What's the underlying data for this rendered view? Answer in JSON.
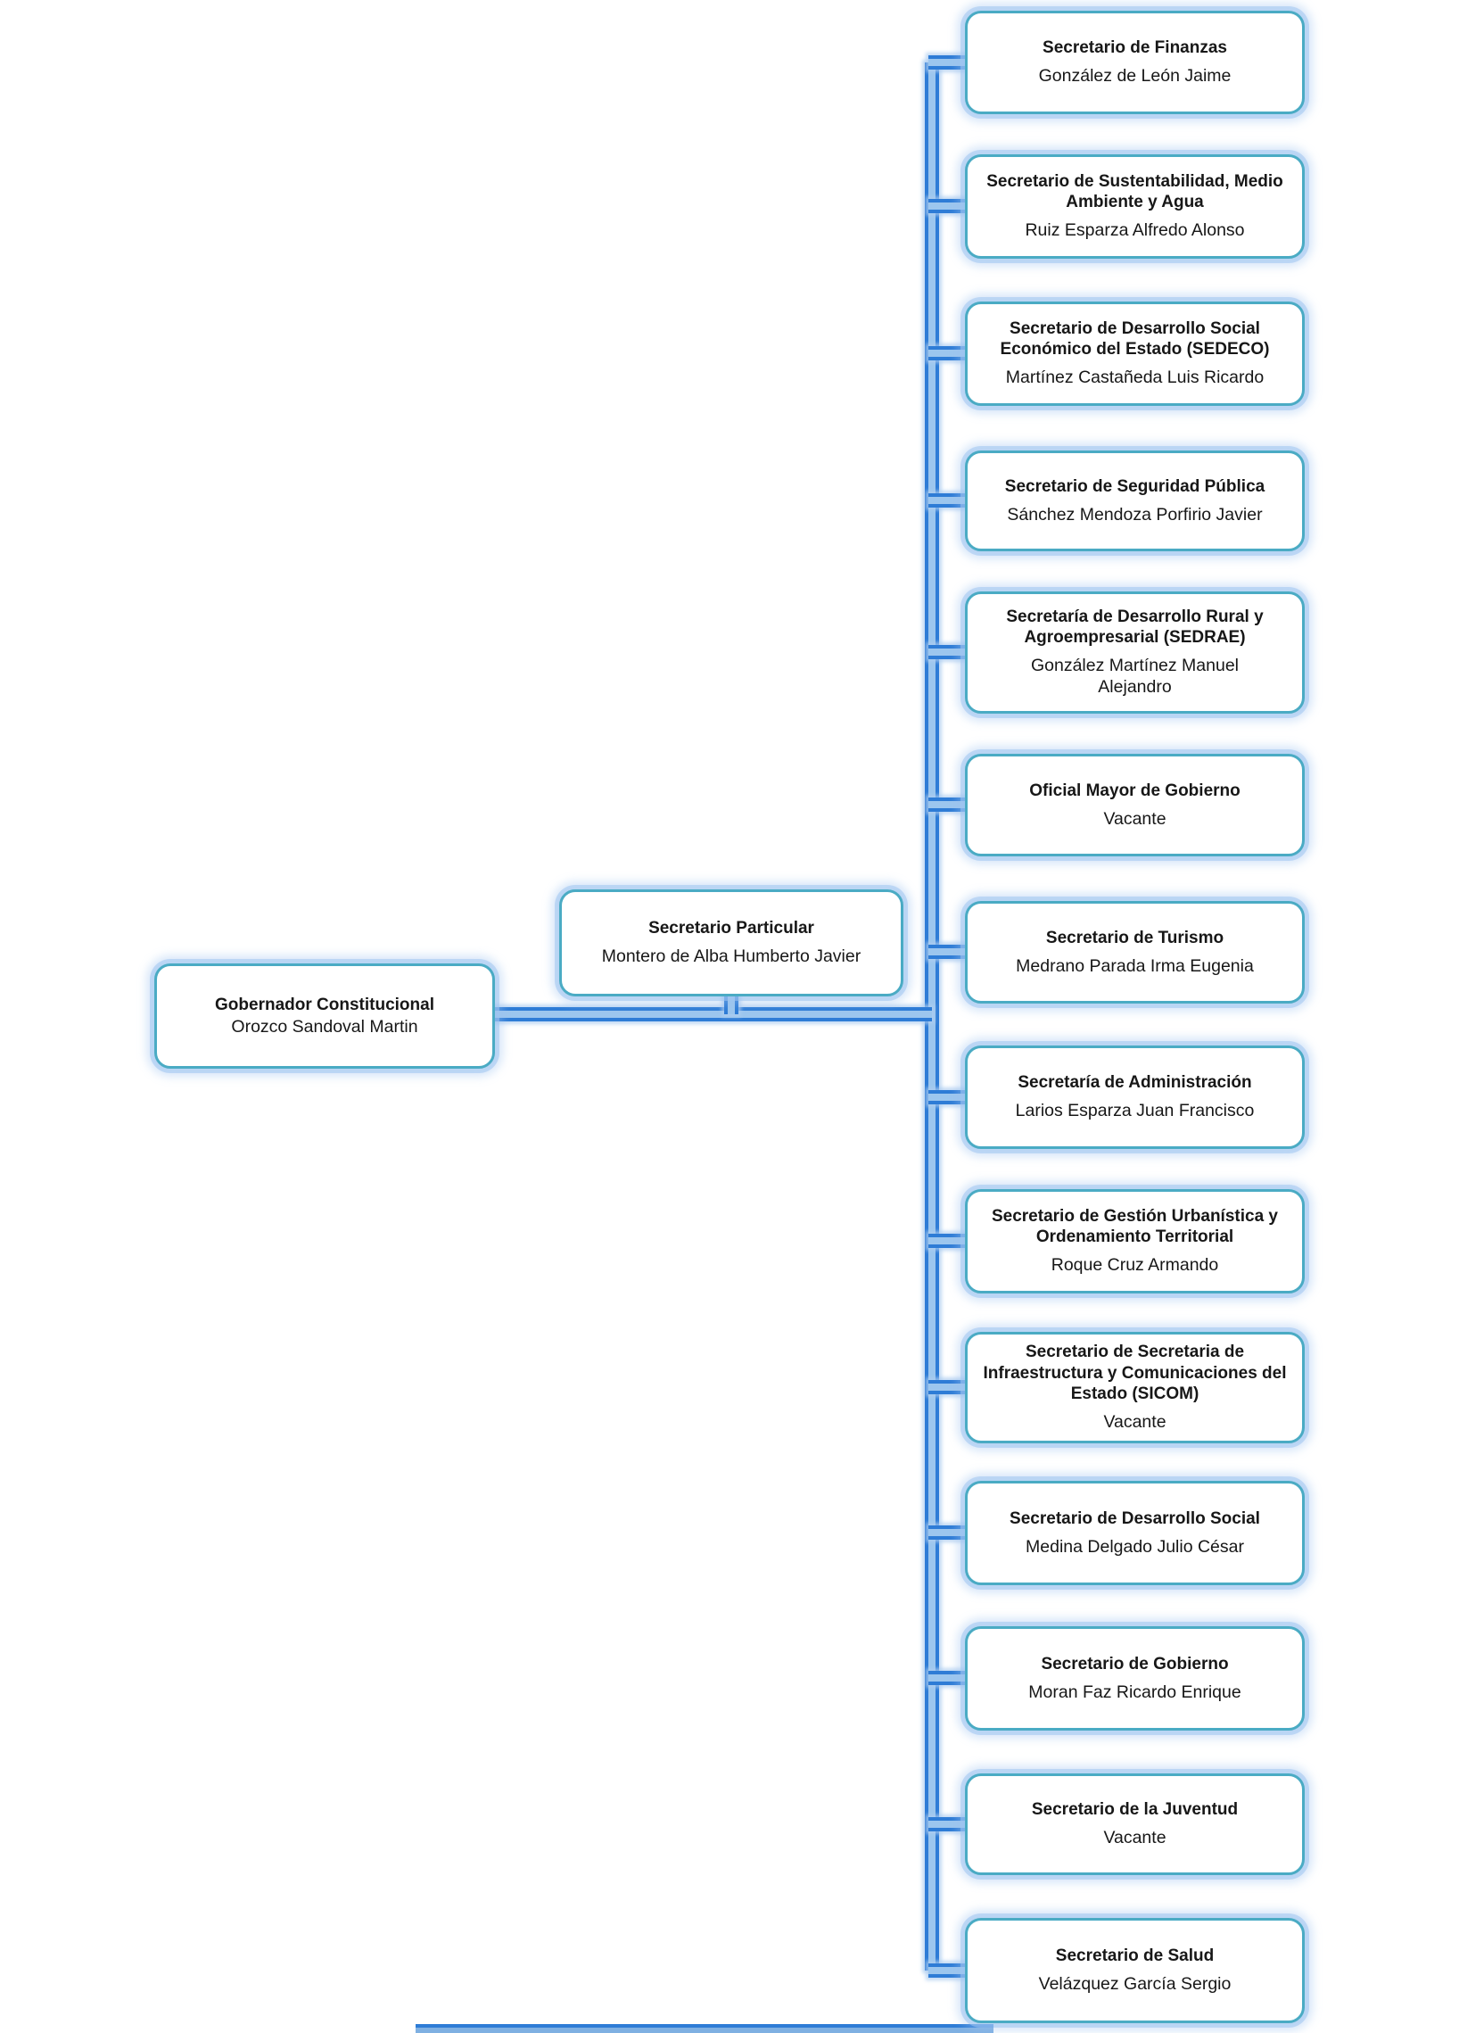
{
  "org": {
    "root": {
      "title": "Gobernador Constitucional",
      "name": "Orozco Sandoval Martin"
    },
    "assistant": {
      "title": "Secretario Particular",
      "name": "Montero de Alba Humberto Javier"
    },
    "subordinates": [
      {
        "title": "Secretario de Finanzas",
        "name": "González de León Jaime"
      },
      {
        "title": "Secretario de Sustentabilidad, Medio Ambiente y Agua",
        "name": "Ruiz Esparza Alfredo Alonso"
      },
      {
        "title": "Secretario de Desarrollo Social Económico del Estado (SEDECO)",
        "name": "Martínez Castañeda Luis Ricardo"
      },
      {
        "title": "Secretario de Seguridad Pública",
        "name": "Sánchez Mendoza Porfirio Javier"
      },
      {
        "title": "Secretaría de Desarrollo Rural y Agroempresarial (SEDRAE)",
        "name": "González Martínez Manuel Alejandro"
      },
      {
        "title": "Oficial Mayor de Gobierno",
        "name": "Vacante"
      },
      {
        "title": "Secretario de Turismo",
        "name": "Medrano Parada Irma Eugenia"
      },
      {
        "title": "Secretaría de Administración",
        "name": "Larios Esparza Juan Francisco"
      },
      {
        "title": "Secretario de Gestión Urbanística y Ordenamiento Territorial",
        "name": "Roque Cruz Armando"
      },
      {
        "title": "Secretario de Secretaria de Infraestructura y Comunicaciones del Estado (SICOM)",
        "name": "Vacante"
      },
      {
        "title": "Secretario de Desarrollo Social",
        "name": "Medina Delgado  Julio César"
      },
      {
        "title": "Secretario de Gobierno",
        "name": "Moran Faz Ricardo Enrique"
      },
      {
        "title": "Secretario de la Juventud",
        "name": "Vacante"
      },
      {
        "title": "Secretario  de Salud",
        "name": "Velázquez García Sergio"
      }
    ]
  },
  "colors": {
    "box_border_teal": "#4aabc4",
    "box_glow_blue": "#9ec4f0",
    "connector_blue": "#2e7cd6",
    "connector_core": "#9cc6ee",
    "text": "#171717",
    "background": "#ffffff"
  }
}
